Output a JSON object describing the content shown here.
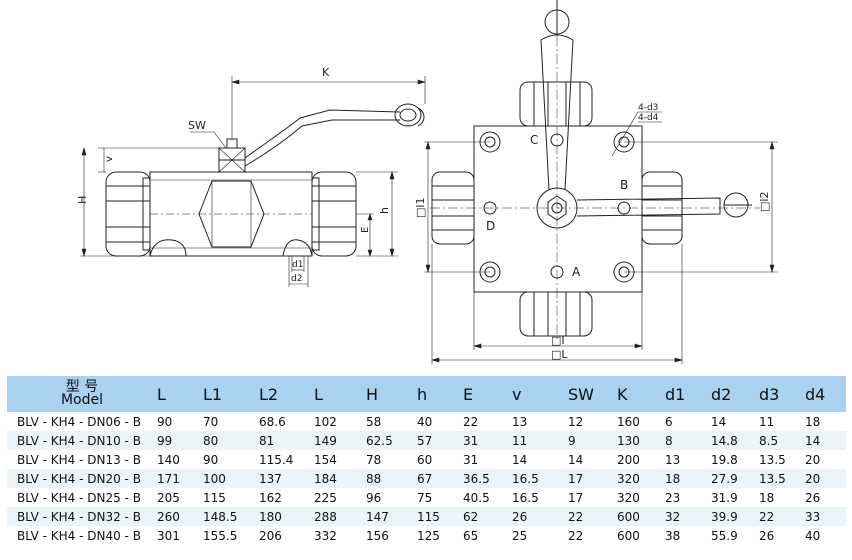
{
  "drawing": {
    "side_view": {
      "dimensions": {
        "K": "K",
        "SW": "SW",
        "v": "v",
        "H": "H",
        "h": "h",
        "E": "E",
        "d1": "d1",
        "d2": "d2"
      }
    },
    "front_view": {
      "dimensions": {
        "d3_note": "4-d3",
        "d4_note": "4-d4",
        "port_a": "A",
        "port_b": "B",
        "port_c": "C",
        "port_d": "D",
        "L1": "□l1",
        "L2": "□l2",
        "I": "□I",
        "L": "□L"
      }
    }
  },
  "table": {
    "model_header_cn": "型 号",
    "model_header_en": "Model",
    "columns": [
      "L",
      "L1",
      "L2",
      "L",
      "H",
      "h",
      "E",
      "v",
      "SW",
      "K",
      "d1",
      "d2",
      "d3",
      "d4"
    ],
    "rows": [
      {
        "model": "BLV - KH4 - DN06 - B",
        "values": [
          "90",
          "70",
          "68.6",
          "102",
          "58",
          "40",
          "22",
          "13",
          "12",
          "160",
          "6",
          "14",
          "11",
          "18"
        ]
      },
      {
        "model": "BLV - KH4 - DN10 - B",
        "values": [
          "99",
          "80",
          "81",
          "149",
          "62.5",
          "57",
          "31",
          "11",
          "9",
          "130",
          "8",
          "14.8",
          "8.5",
          "14"
        ]
      },
      {
        "model": "BLV - KH4 - DN13 - B",
        "values": [
          "140",
          "90",
          "115.4",
          "154",
          "78",
          "60",
          "31",
          "14",
          "14",
          "200",
          "13",
          "19.8",
          "13.5",
          "20"
        ]
      },
      {
        "model": "BLV - KH4 - DN20 - B",
        "values": [
          "171",
          "100",
          "137",
          "184",
          "88",
          "67",
          "36.5",
          "16.5",
          "17",
          "320",
          "18",
          "27.9",
          "13.5",
          "20"
        ]
      },
      {
        "model": "BLV - KH4 - DN25 - B",
        "values": [
          "205",
          "115",
          "162",
          "225",
          "96",
          "75",
          "40.5",
          "16.5",
          "17",
          "320",
          "23",
          "31.9",
          "18",
          "26"
        ]
      },
      {
        "model": "BLV - KH4 - DN32 - B",
        "values": [
          "260",
          "148.5",
          "180",
          "288",
          "147",
          "115",
          "62",
          "26",
          "22",
          "600",
          "32",
          "39.9",
          "22",
          "33"
        ]
      },
      {
        "model": "BLV - KH4 - DN40 - B",
        "values": [
          "301",
          "155.5",
          "206",
          "332",
          "156",
          "125",
          "65",
          "25",
          "22",
          "600",
          "38",
          "55.9",
          "26",
          "40"
        ]
      }
    ]
  }
}
